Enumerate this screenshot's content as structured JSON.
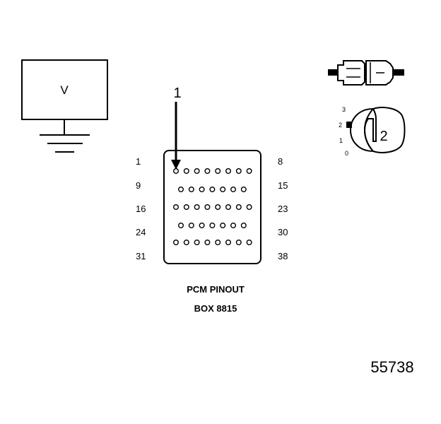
{
  "meter": {
    "symbol": "V"
  },
  "connector": {
    "row_numbers": {
      "left": [
        "1",
        "9",
        "16",
        "24",
        "31"
      ],
      "right": [
        "8",
        "15",
        "23",
        "30",
        "38"
      ]
    },
    "caption_line1": "PCM PINOUT",
    "caption_line2": "BOX 8815"
  },
  "callouts": {
    "probe": "1",
    "switch": "2"
  },
  "rotary_switch": {
    "positions": [
      "3",
      "2",
      "1",
      "0"
    ]
  },
  "figure_number": "55738"
}
